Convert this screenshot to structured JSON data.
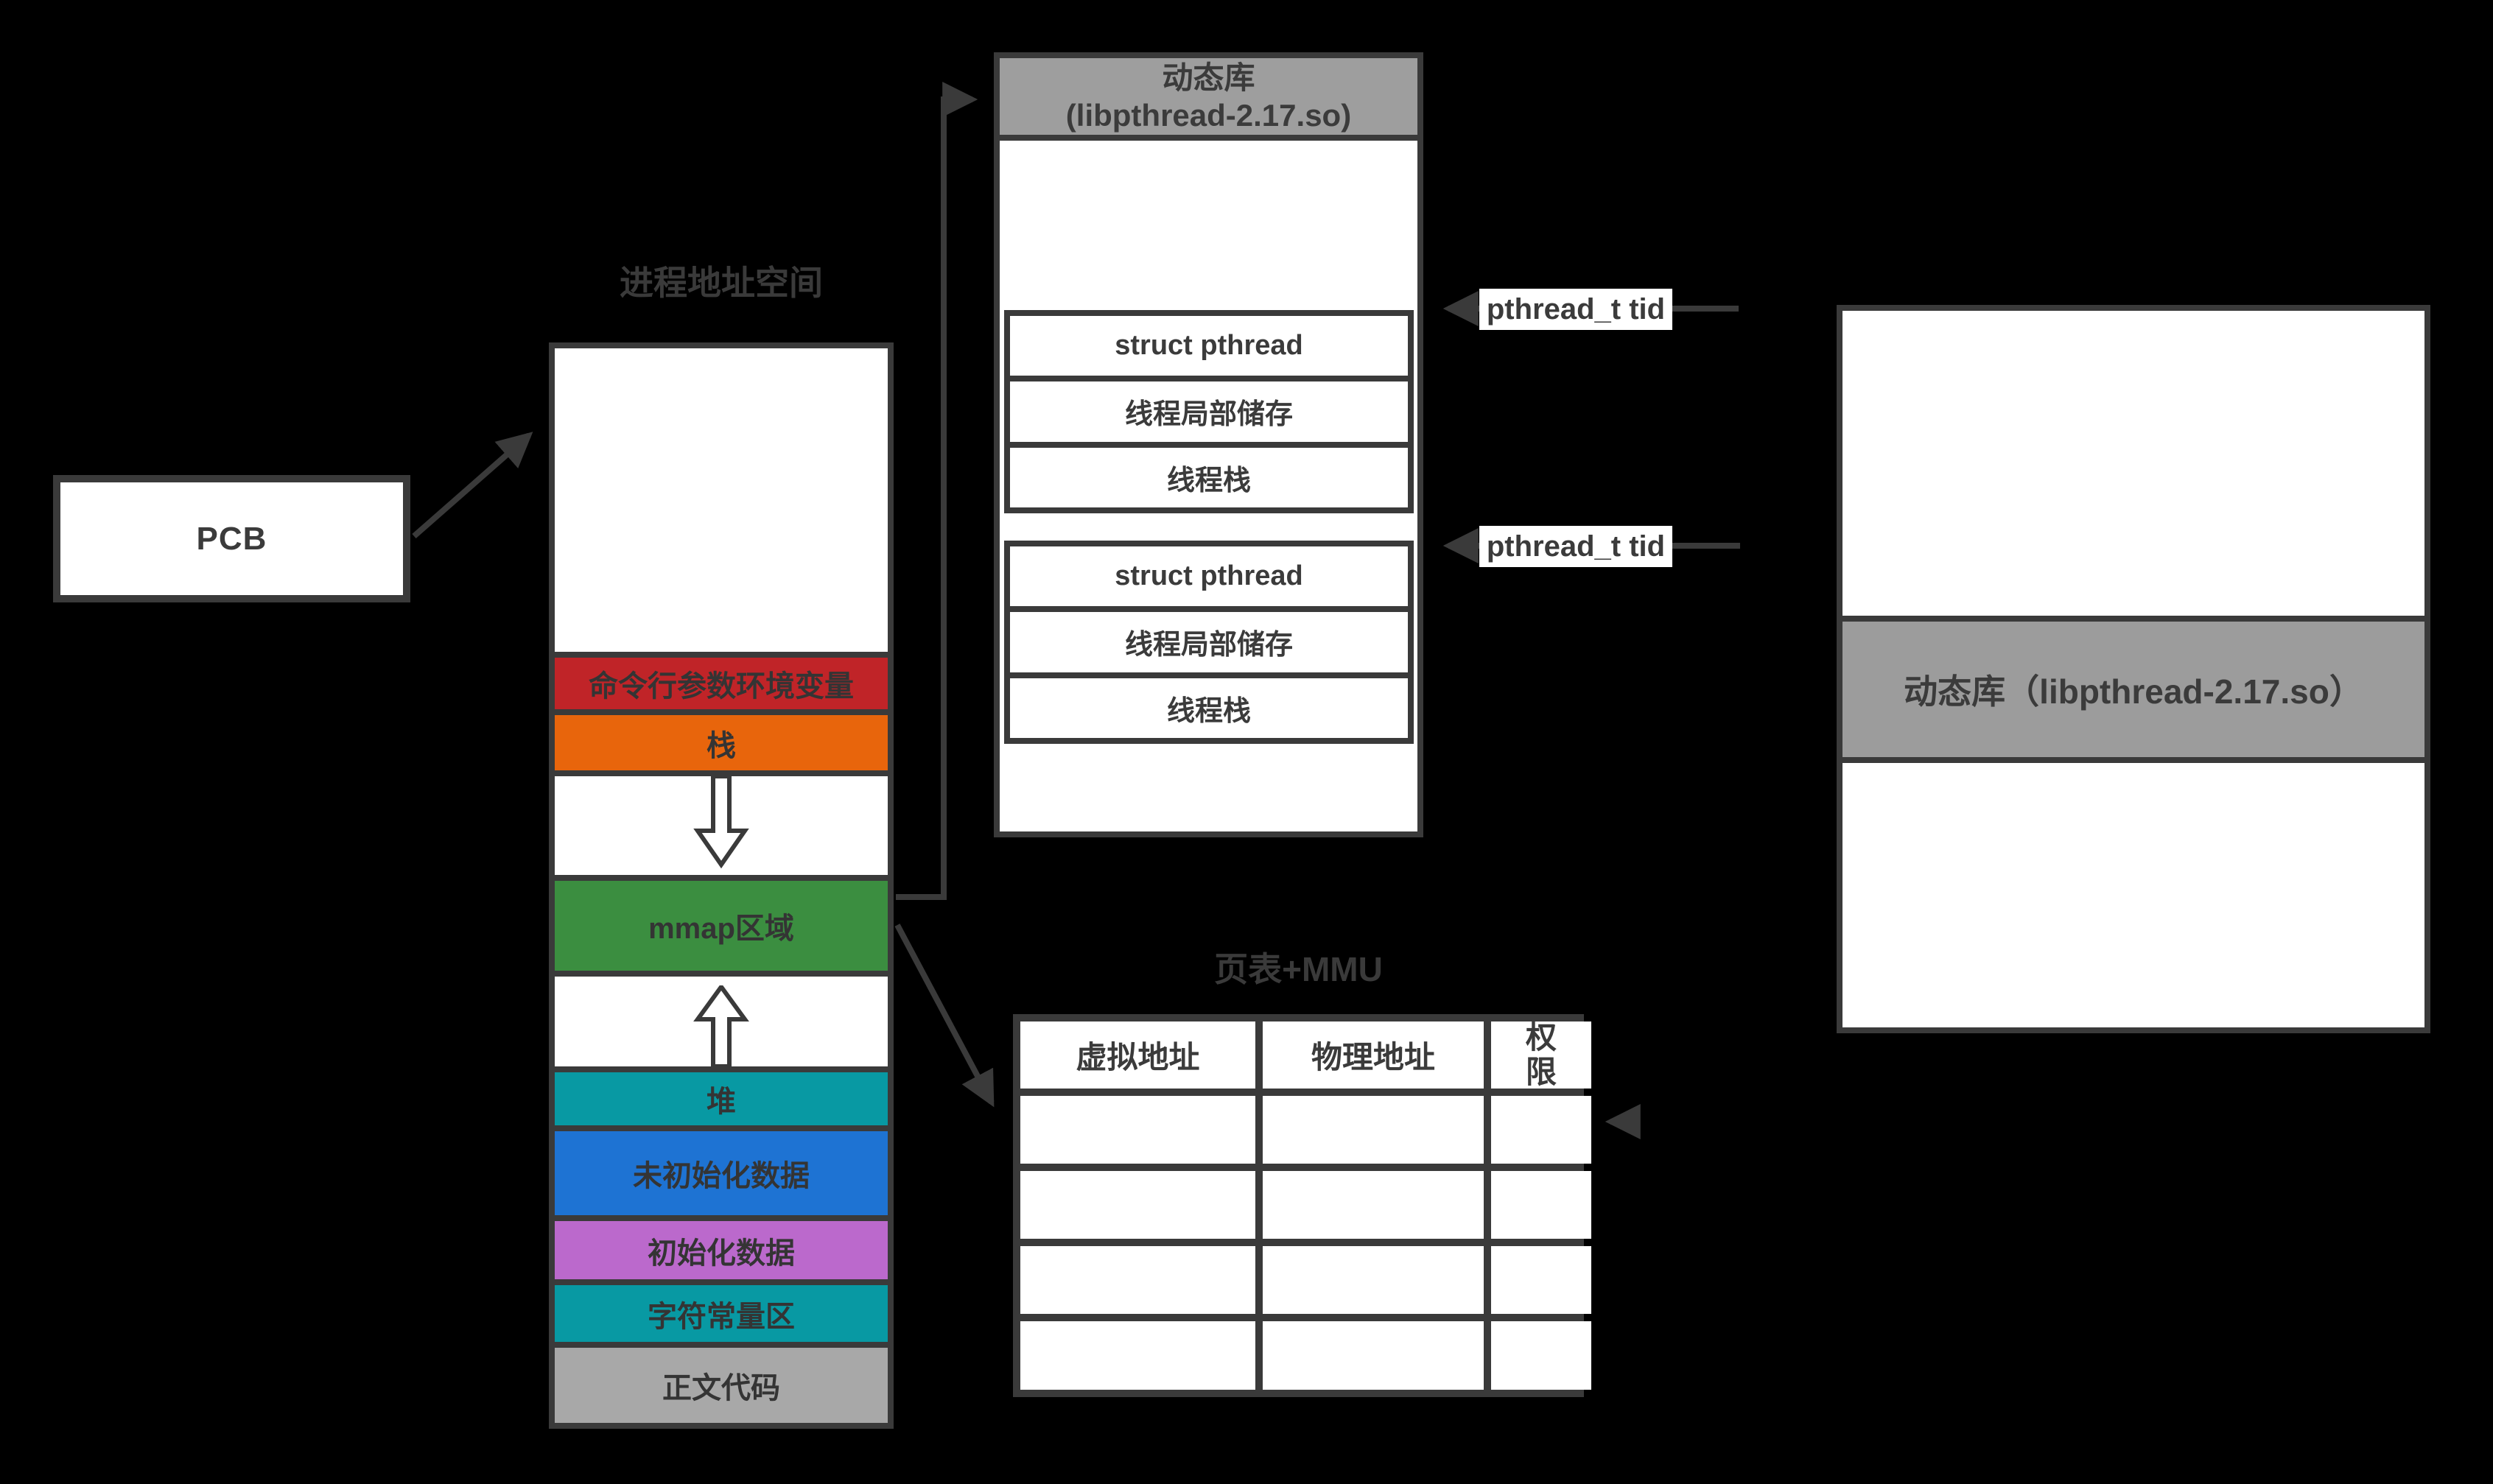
{
  "titles": {
    "address_space": "进程地址空间",
    "page_table": "页表+MMU"
  },
  "pcb": {
    "label": "PCB"
  },
  "address_space": {
    "segments": [
      {
        "label": "",
        "color": "#ffffff",
        "arrow": "none"
      },
      {
        "label": "命令行参数环境变量",
        "color": "#c02428",
        "arrow": "none"
      },
      {
        "label": "栈",
        "color": "#e8650c",
        "arrow": "none"
      },
      {
        "label": "",
        "color": "#ffffff",
        "arrow": "down"
      },
      {
        "label": "mmap区域",
        "color": "#3b8e40",
        "arrow": "none"
      },
      {
        "label": "",
        "color": "#ffffff",
        "arrow": "up"
      },
      {
        "label": "堆",
        "color": "#0899a3",
        "arrow": "none"
      },
      {
        "label": "未初始化数据",
        "color": "#1e73d3",
        "arrow": "none"
      },
      {
        "label": "初始化数据",
        "color": "#bb69cc",
        "arrow": "none"
      },
      {
        "label": "字符常量区",
        "color": "#0899a3",
        "arrow": "none"
      },
      {
        "label": "正文代码",
        "color": "#a8a8a8",
        "arrow": "none"
      }
    ]
  },
  "dynamic_library_box": {
    "header_line1": "动态库",
    "header_line2": "(libpthread-2.17.so)",
    "thread_groups": [
      {
        "rows": [
          "struct pthread",
          "线程局部储存",
          "线程栈"
        ]
      },
      {
        "rows": [
          "struct pthread",
          "线程局部储存",
          "线程栈"
        ]
      }
    ]
  },
  "tid_labels": {
    "first": "pthread_t tid",
    "second": "pthread_t tid"
  },
  "page_table": {
    "headers": [
      "虚拟地址",
      "物理地址",
      "权限"
    ],
    "data_row_count": 4
  },
  "shared_library_box": {
    "band_label": "动态库（libpthread-2.17.so）"
  },
  "colors": {
    "background": "#000000",
    "line": "#3a3a3a",
    "box_fill": "#ffffff",
    "header_gray": "#9e9e9e",
    "band_gray": "#9c9c9c",
    "text_dark": "#3b3b3b",
    "red": "#c02428",
    "orange": "#e8650c",
    "green": "#3b8e40",
    "teal": "#0899a3",
    "blue": "#1e73d3",
    "purple": "#bb69cc",
    "code_gray": "#a8a8a8"
  }
}
